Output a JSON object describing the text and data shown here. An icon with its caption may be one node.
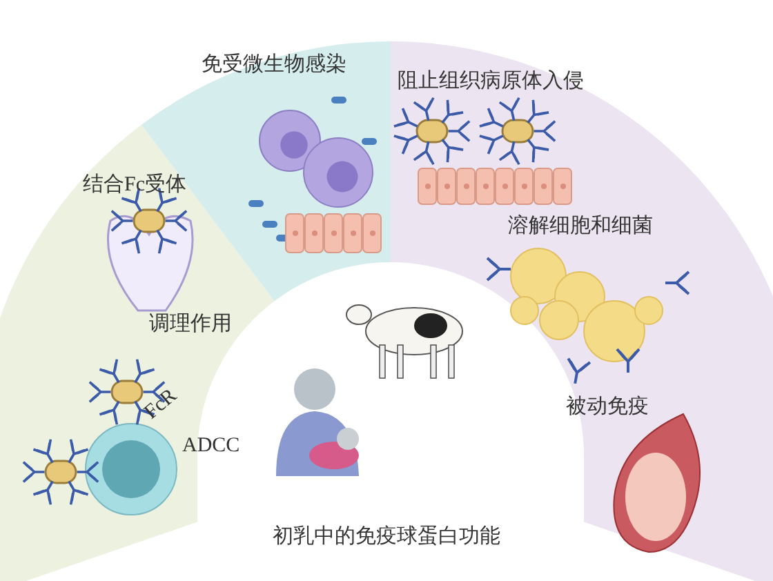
{
  "diagram": {
    "title": "初乳中的免疫球蛋白功能",
    "nodes": [
      {
        "text": [
          "结合Fc受体",
          "调理作用",
          "FcR",
          "ADCC"
        ]
      },
      {
        "text": [
          "免受微生物感染"
        ]
      },
      {
        "text": [
          "阻止组织病原体入侵",
          "溶解细胞和细菌",
          "被动免疫"
        ]
      }
    ]
  }
}
